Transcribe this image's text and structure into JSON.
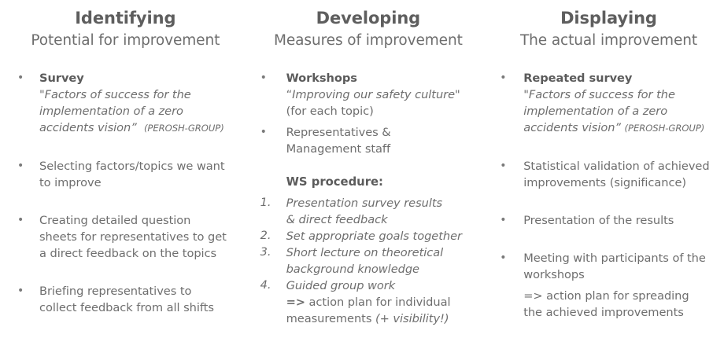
{
  "columns": [
    {
      "title": "Identifying",
      "subtitle": "Potential for improvement",
      "items": [
        {
          "marker": "•",
          "lead": "Survey",
          "quote_lines": [
            "\"Factors of success for the",
            "implementation of a zero",
            "accidents vision”"
          ],
          "source": "(PEROSH-GROUP)"
        },
        {
          "marker": "•",
          "lines": [
            "Selecting factors/topics we want",
            "to improve"
          ]
        },
        {
          "marker": "•",
          "lines": [
            "Creating detailed question",
            "sheets for representatives to get",
            "a direct feedback on the topics"
          ]
        },
        {
          "marker": "•",
          "lines": [
            "Briefing representatives to",
            "collect feedback from all shifts"
          ]
        }
      ]
    },
    {
      "title": "Developing",
      "subtitle": "Measures of improvement",
      "items": [
        {
          "marker": "•",
          "lead": "Workshops",
          "quote_open": "“",
          "quote_italic": "Improving our safety culture",
          "quote_close": "\"",
          "plain_line": "(for each topic)"
        },
        {
          "marker": "•",
          "lines": [
            "Representatives &",
            "Management staff"
          ]
        }
      ],
      "procedure_heading": "WS procedure:",
      "procedure": [
        {
          "marker": "1.",
          "lines": [
            "Presentation survey results",
            "& direct feedback"
          ]
        },
        {
          "marker": "2.",
          "lines": [
            "Set appropriate goals together"
          ]
        },
        {
          "marker": "3.",
          "lines": [
            "Short lecture on theoretical",
            "background knowledge"
          ]
        },
        {
          "marker": "4.",
          "lines": [
            "Guided group work"
          ],
          "arrow": "=>",
          "arrow_text_1": " action plan for individual",
          "arrow_text_2": "measurements ",
          "arrow_italic": "(+ visibility!)"
        }
      ]
    },
    {
      "title": "Displaying",
      "subtitle": "The actual improvement",
      "items": [
        {
          "marker": "•",
          "lead": "Repeated survey",
          "quote_lines": [
            "\"Factors of success for the",
            "implementation of a zero",
            "accidents vision”"
          ],
          "source": "(PEROSH-GROUP)"
        },
        {
          "marker": "•",
          "lines": [
            "Statistical validation of achieved",
            "improvements (significance)"
          ]
        },
        {
          "marker": "•",
          "lines": [
            "Presentation of the results"
          ]
        },
        {
          "marker": "•",
          "lines": [
            "Meeting with participants of the",
            "workshops"
          ],
          "arrow": "=>",
          "arrow_text_1": " action plan for spreading",
          "arrow_text_2": "the achieved improvements"
        }
      ]
    }
  ],
  "colors": {
    "title": "#5e5e5e",
    "body": "#6e6e6e",
    "background": "#ffffff"
  }
}
